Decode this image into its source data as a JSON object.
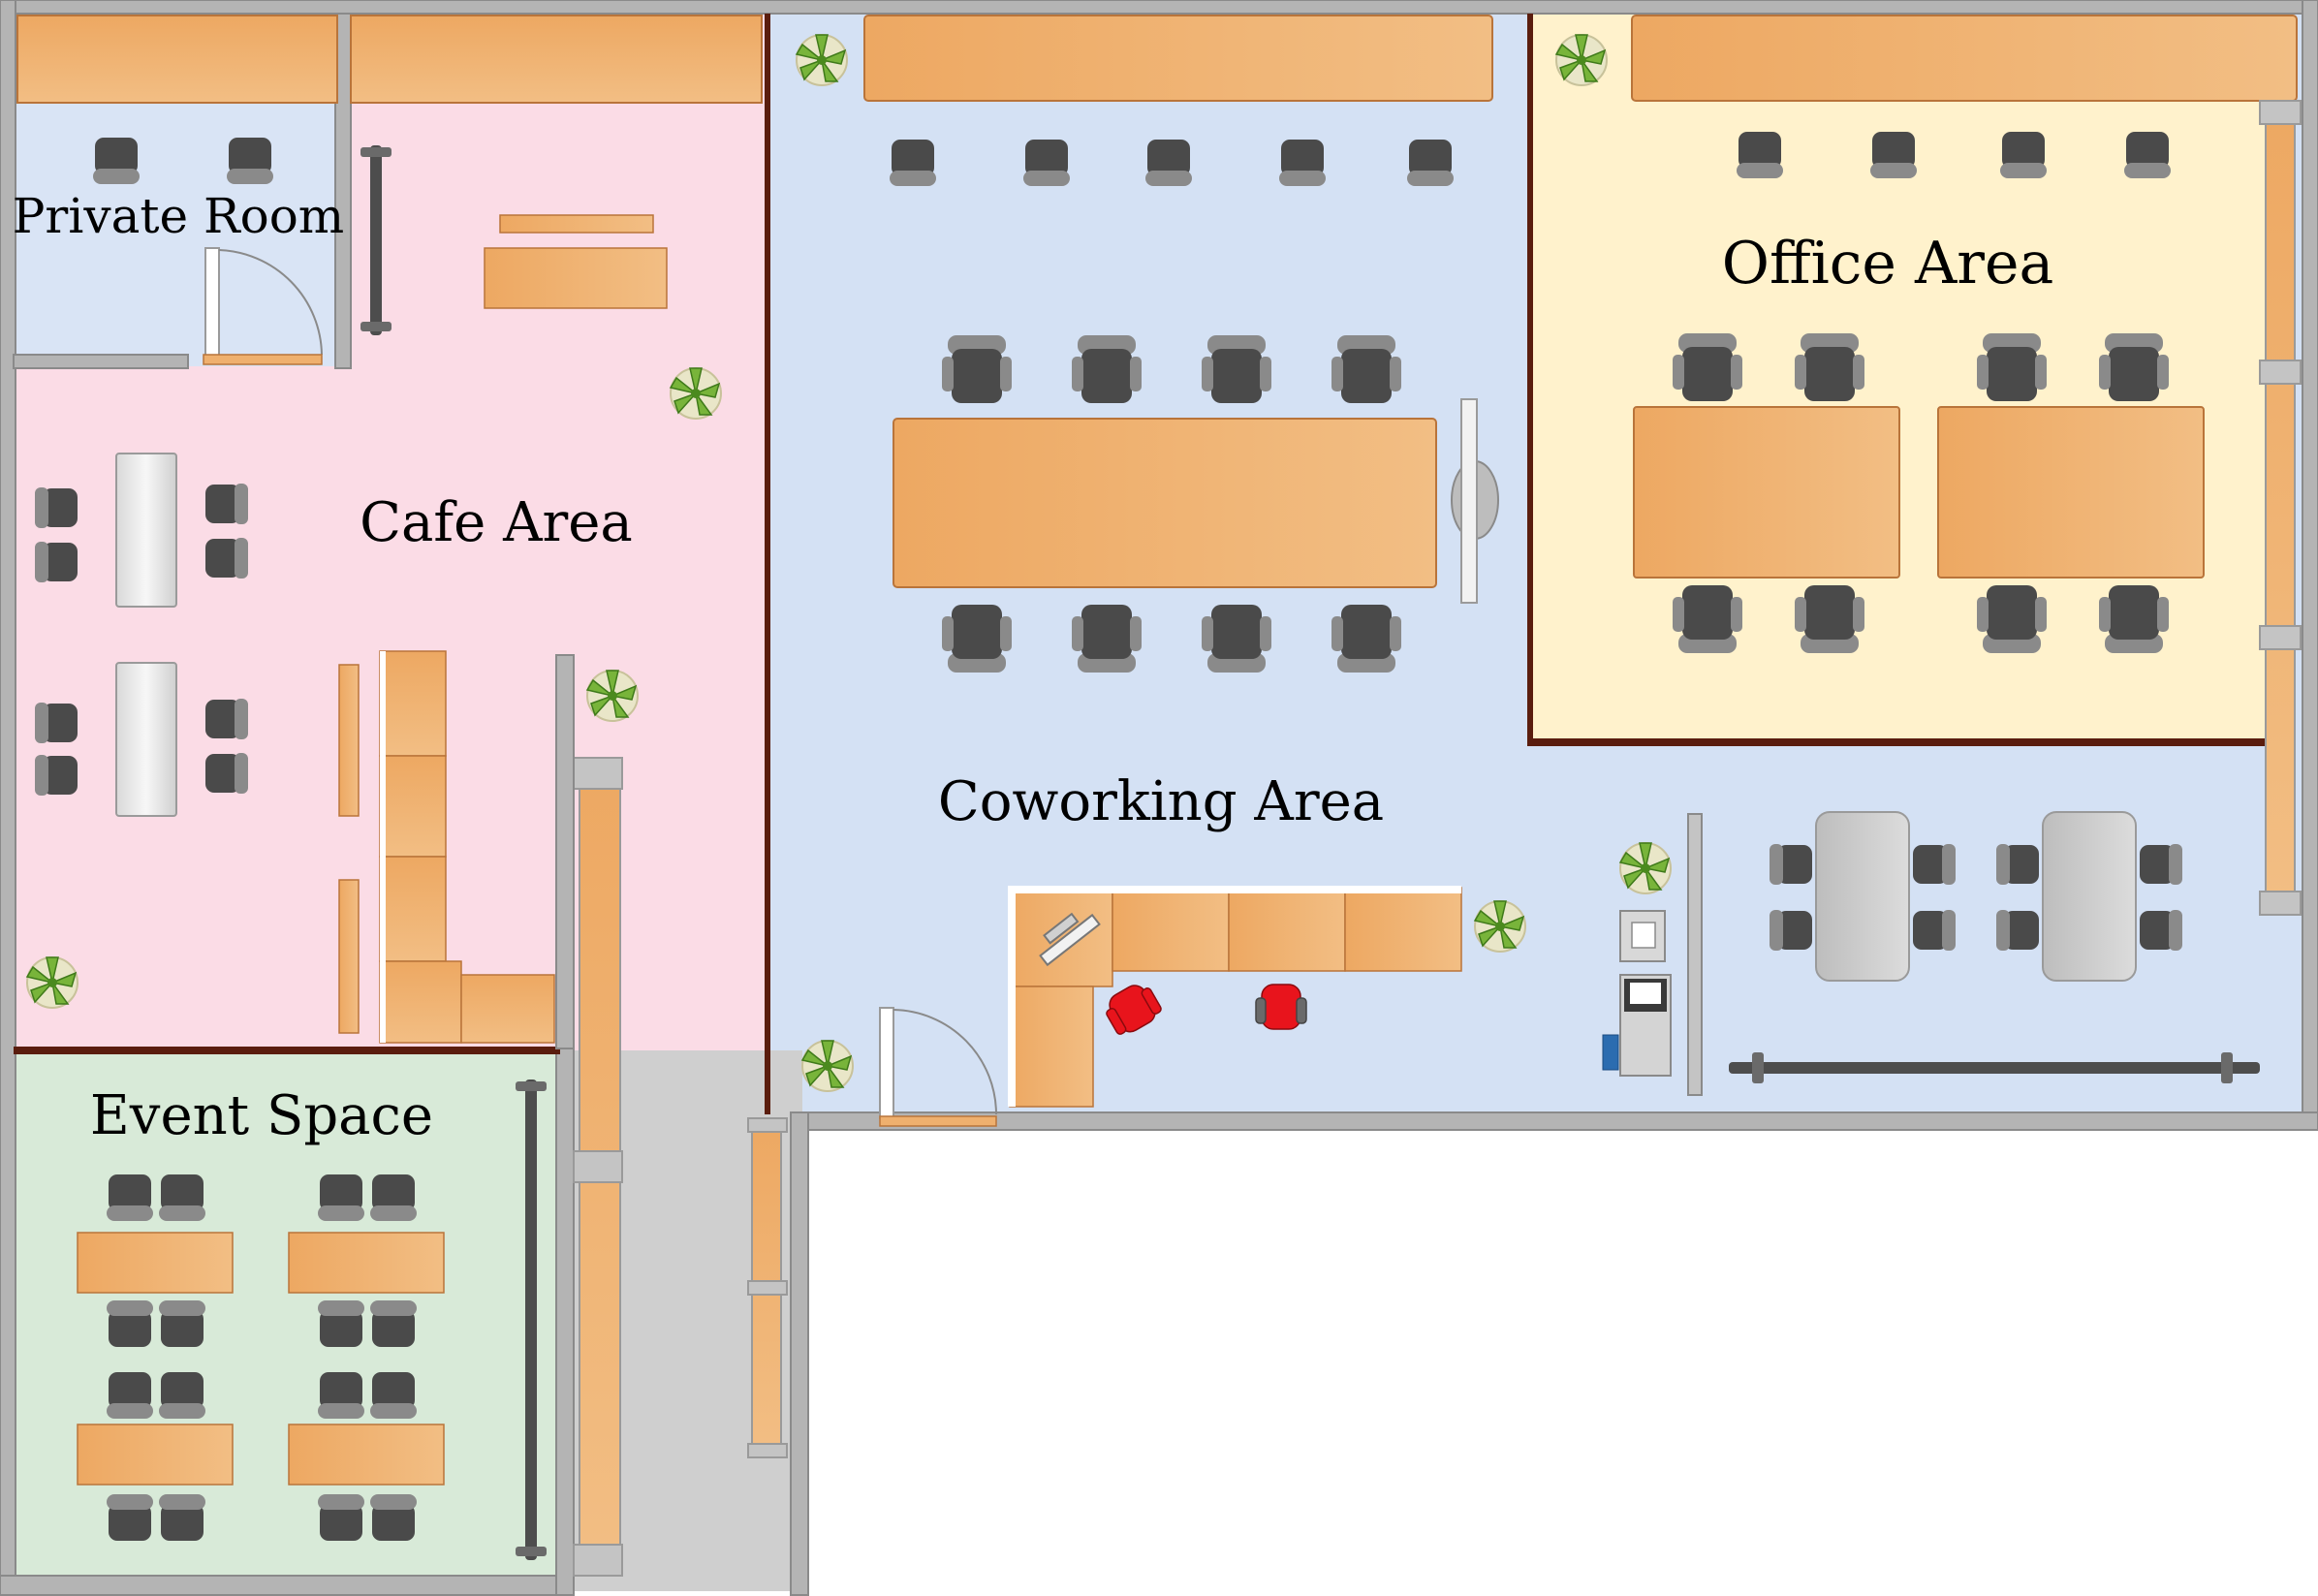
{
  "rooms": {
    "private_room": "Private Room",
    "cafe_area": "Cafe Area",
    "coworking_area": "Coworking Area",
    "office_area": "Office Area",
    "event_space": "Event Space"
  },
  "colors": {
    "private_room_floor": "#d9e4f5",
    "cafe_floor": "#fbdce6",
    "coworking_floor": "#d4e1f4",
    "office_floor": "#fff2cc",
    "event_floor": "#d8ead8",
    "corridor_floor": "#cfcfcf",
    "wall": "#b4b4b4",
    "partition": "#5a1d0e",
    "furniture": "#efb06e",
    "chair": "#555555",
    "accent_chair": "#e8141c"
  }
}
